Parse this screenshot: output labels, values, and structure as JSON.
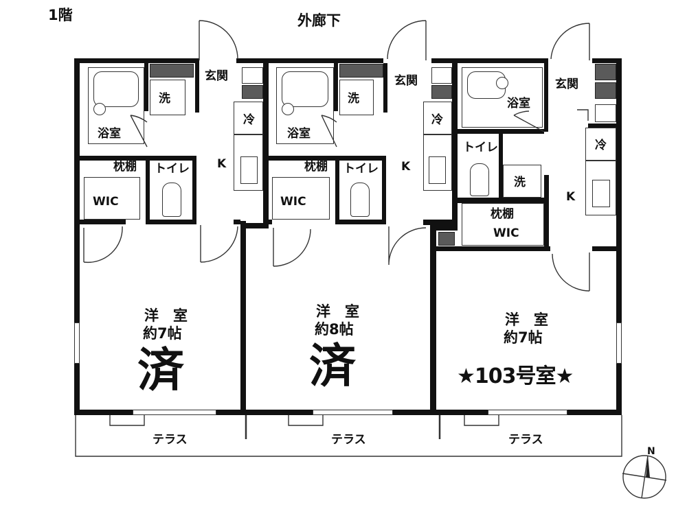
{
  "floor": "1階",
  "corridor": "外廊下",
  "units": [
    {
      "entrance": "玄関",
      "laundry": "洗",
      "bath": "浴室",
      "fridge": "冷",
      "kitchen": "K",
      "shelf": "枕棚",
      "toilet": "トイレ",
      "closet": "WIC",
      "room_type": "洋　室",
      "room_size": "約7帖",
      "status": "済",
      "terrace": "テラス"
    },
    {
      "entrance": "玄関",
      "laundry": "洗",
      "bath": "浴室",
      "fridge": "冷",
      "kitchen": "K",
      "shelf": "枕棚",
      "toilet": "トイレ",
      "closet": "WIC",
      "room_type": "洋　室",
      "room_size": "約8帖",
      "status": "済",
      "terrace": "テラス"
    },
    {
      "entrance": "玄関",
      "laundry": "洗",
      "bath": "浴室",
      "fridge": "冷",
      "kitchen": "K",
      "shelf": "枕棚",
      "toilet": "トイレ",
      "closet": "WIC",
      "room_type": "洋　室",
      "room_size": "約7帖",
      "highlight": "★103号室★",
      "terrace": "テラス"
    }
  ],
  "compass": {
    "north": "N"
  }
}
